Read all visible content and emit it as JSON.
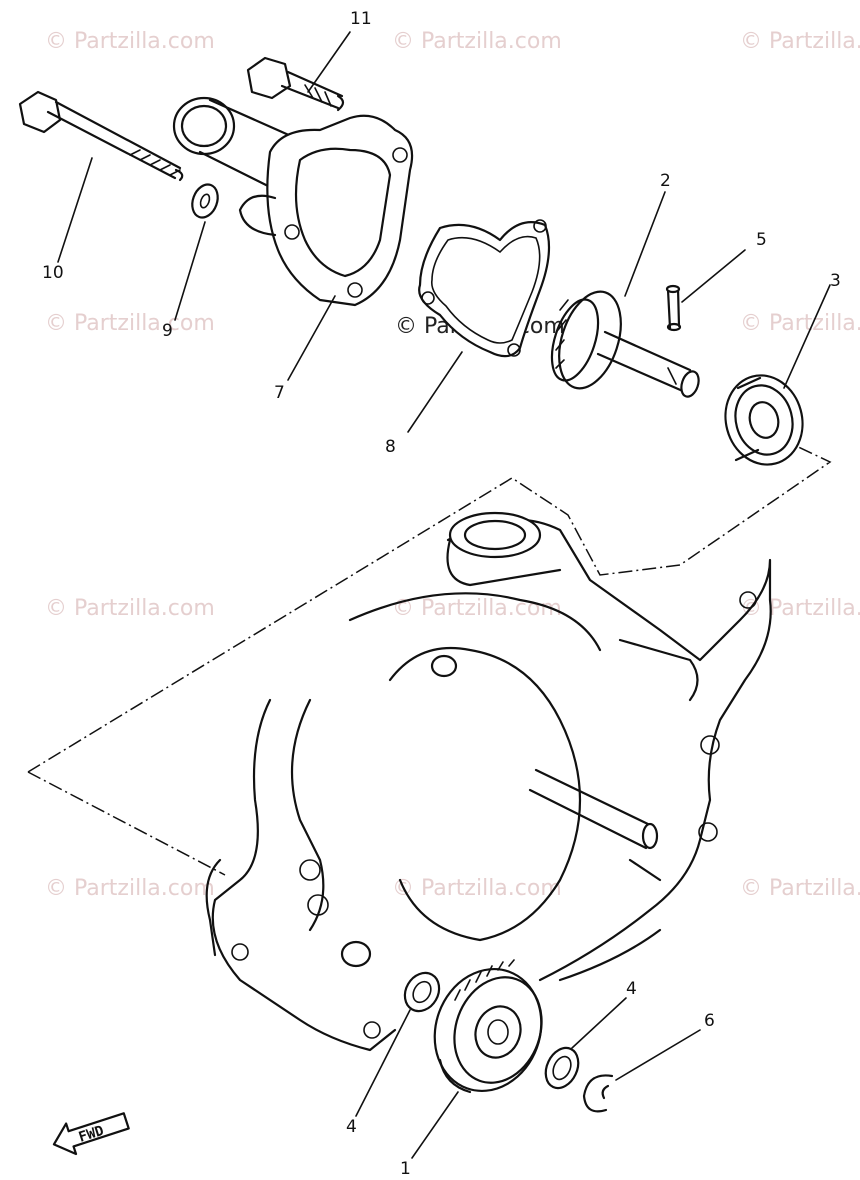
{
  "watermark": "© Partzilla.com",
  "watermark_center": "© Partzilla.com",
  "direction_label": "FWD",
  "callouts": {
    "c1": "1",
    "c2": "2",
    "c3": "3",
    "c4a": "4",
    "c4b": "4",
    "c5": "5",
    "c6": "6",
    "c7": "7",
    "c8": "8",
    "c9": "9",
    "c10": "10",
    "c11": "11"
  }
}
